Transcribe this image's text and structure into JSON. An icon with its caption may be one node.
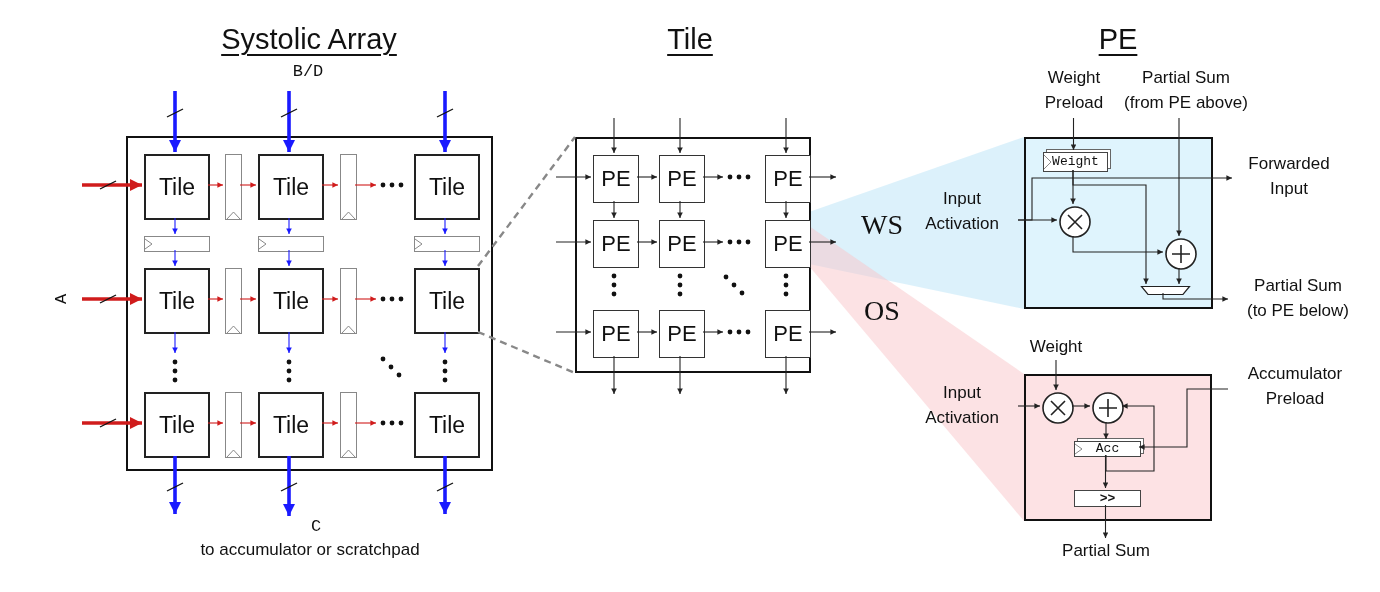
{
  "diagram": {
    "nodes": [
      {
        "text": [],
        "shape": "box"
      },
      {
        "text": [
          "Tile"
        ],
        "in": 0
      },
      {
        "text": [],
        "shape": "box",
        "in": 0
      },
      {
        "text": [
          "Tile"
        ],
        "in": 0
      },
      {
        "text": [],
        "shape": "box",
        "in": 0
      },
      {
        "text": [
          "Tile"
        ],
        "in": 0
      },
      {
        "text": [],
        "shape": "box",
        "in": 0
      },
      {
        "text": [],
        "shape": "box",
        "in": 0
      },
      {
        "text": [],
        "shape": "box",
        "in": 0
      },
      {
        "text": [
          "Tile"
        ],
        "in": 0
      },
      {
        "text": [],
        "shape": "box",
        "in": 0
      },
      {
        "text": [
          "Tile"
        ],
        "in": 0
      },
      {
        "text": [],
        "shape": "box",
        "in": 0
      },
      {
        "text": [
          "Tile"
        ],
        "in": 0
      },
      {
        "text": [
          "Tile"
        ],
        "in": 0
      },
      {
        "text": [],
        "shape": "box",
        "in": 0
      },
      {
        "text": [
          "Tile"
        ],
        "in": 0
      },
      {
        "text": [],
        "shape": "box",
        "in": 0
      },
      {
        "text": [
          "Tile"
        ],
        "in": 0
      },
      {
        "text": [],
        "shape": "box"
      },
      {
        "text": [
          "PE"
        ],
        "in": 19
      },
      {
        "text": [
          "PE"
        ],
        "in": 19
      },
      {
        "text": [
          "PE"
        ],
        "in": 19
      },
      {
        "text": [
          "PE"
        ],
        "in": 19
      },
      {
        "text": [
          "PE"
        ],
        "in": 19
      },
      {
        "text": [
          "PE"
        ],
        "in": 19
      },
      {
        "text": [
          "PE"
        ],
        "in": 19
      },
      {
        "text": [
          "PE"
        ],
        "in": 19
      },
      {
        "text": [
          "PE"
        ],
        "in": 19
      },
      {
        "text": [
          "Weight Preload"
        ]
      },
      {
        "text": [
          "Partial Sum (from PE above)"
        ]
      },
      {
        "text": [
          "Input Activation"
        ]
      },
      {
        "text": [],
        "shape": "box"
      },
      {
        "text": [
          "Weight"
        ],
        "in": 32
      },
      {
        "text": [],
        "shape": "circle",
        "in": 32
      },
      {
        "text": [],
        "shape": "circle",
        "in": 32
      },
      {
        "text": [],
        "shape": "trapezoid",
        "in": 32
      },
      {
        "text": [
          "Forwarded Input"
        ]
      },
      {
        "text": [
          "Partial Sum (to PE below)"
        ]
      },
      {
        "text": [
          "Weight"
        ]
      },
      {
        "text": [
          "Input Activation"
        ]
      },
      {
        "text": [],
        "shape": "box"
      },
      {
        "text": [],
        "shape": "circle",
        "in": 41
      },
      {
        "text": [],
        "shape": "circle",
        "in": 41
      },
      {
        "text": [
          "Acc"
        ],
        "in": 41
      },
      {
        "text": [
          ">>"
        ],
        "in": 41
      },
      {
        "text": [
          "Accumulator Preload"
        ]
      },
      {
        "text": [
          "Partial Sum"
        ]
      },
      {
        "text": [
          "C"
        ]
      }
    ],
    "edges": [
      {
        "from": null,
        "to": 1,
        "arrow": "to",
        "style": "thick",
        "color": "#d01c1c"
      },
      {
        "from": null,
        "to": 9,
        "arrow": "to",
        "style": "thick",
        "color": "#d01c1c"
      },
      {
        "from": null,
        "to": 14,
        "arrow": "to",
        "style": "thick",
        "color": "#d01c1c"
      },
      {
        "from": null,
        "to": 1,
        "arrow": "to",
        "style": "thick",
        "color": "#1a1aff"
      },
      {
        "from": null,
        "to": 3,
        "arrow": "to",
        "style": "thick",
        "color": "#1a1aff"
      },
      {
        "from": null,
        "to": 5,
        "arrow": "to",
        "style": "thick",
        "color": "#1a1aff"
      },
      {
        "from": 1,
        "to": 2,
        "arrow": "to",
        "color": "#d01c1c"
      },
      {
        "from": 2,
        "to": 3,
        "arrow": "to",
        "color": "#d01c1c"
      },
      {
        "from": 3,
        "to": 4,
        "arrow": "to",
        "color": "#d01c1c"
      },
      {
        "from": 4,
        "to": null,
        "arrow": "to",
        "color": "#d01c1c"
      },
      {
        "from": 9,
        "to": 10,
        "arrow": "to",
        "color": "#d01c1c"
      },
      {
        "from": 10,
        "to": 11,
        "arrow": "to",
        "color": "#d01c1c"
      },
      {
        "from": 11,
        "to": 12,
        "arrow": "to",
        "color": "#d01c1c"
      },
      {
        "from": 12,
        "to": null,
        "arrow": "to",
        "color": "#d01c1c"
      },
      {
        "from": 14,
        "to": 15,
        "arrow": "to",
        "color": "#d01c1c"
      },
      {
        "from": 15,
        "to": 16,
        "arrow": "to",
        "color": "#d01c1c"
      },
      {
        "from": 16,
        "to": 17,
        "arrow": "to",
        "color": "#d01c1c"
      },
      {
        "from": 17,
        "to": null,
        "arrow": "to",
        "color": "#d01c1c"
      },
      {
        "from": 1,
        "to": 6,
        "arrow": "to",
        "color": "#1a1aff"
      },
      {
        "from": 6,
        "to": 9,
        "arrow": "to",
        "color": "#1a1aff"
      },
      {
        "from": 9,
        "to": null,
        "arrow": "to",
        "color": "#1a1aff"
      },
      {
        "from": 3,
        "to": 7,
        "arrow": "to",
        "color": "#1a1aff"
      },
      {
        "from": 7,
        "to": 11,
        "arrow": "to",
        "color": "#1a1aff"
      },
      {
        "from": 11,
        "to": null,
        "arrow": "to",
        "color": "#1a1aff"
      },
      {
        "from": 5,
        "to": 8,
        "arrow": "to",
        "color": "#1a1aff"
      },
      {
        "from": 8,
        "to": 13,
        "arrow": "to",
        "color": "#1a1aff"
      },
      {
        "from": 13,
        "to": null,
        "arrow": "to",
        "color": "#1a1aff"
      },
      {
        "from": 14,
        "to": null,
        "arrow": "to",
        "style": "thick",
        "color": "#1a1aff"
      },
      {
        "from": 16,
        "to": 48,
        "arrow": "to",
        "style": "thick",
        "color": "#1a1aff"
      },
      {
        "from": 18,
        "to": null,
        "arrow": "to",
        "style": "thick",
        "color": "#1a1aff"
      },
      {
        "from": 13,
        "to": 19,
        "arrow": "none",
        "style": "dashed",
        "color": "#888888"
      },
      {
        "from": 13,
        "to": 19,
        "arrow": "none",
        "style": "dashed",
        "color": "#888888"
      },
      {
        "from": null,
        "to": 20,
        "arrow": "to"
      },
      {
        "from": null,
        "to": 23,
        "arrow": "to"
      },
      {
        "from": null,
        "to": 26,
        "arrow": "to"
      },
      {
        "from": null,
        "to": 20,
        "arrow": "to"
      },
      {
        "from": null,
        "to": 21,
        "arrow": "to"
      },
      {
        "from": null,
        "to": 22,
        "arrow": "to"
      },
      {
        "from": 20,
        "to": 21,
        "arrow": "to"
      },
      {
        "from": 21,
        "to": null,
        "arrow": "to"
      },
      {
        "from": 22,
        "to": null,
        "arrow": "to"
      },
      {
        "from": 23,
        "to": 24,
        "arrow": "to"
      },
      {
        "from": 24,
        "to": null,
        "arrow": "to"
      },
      {
        "from": 25,
        "to": null,
        "arrow": "to"
      },
      {
        "from": 26,
        "to": 27,
        "arrow": "to"
      },
      {
        "from": 27,
        "to": null,
        "arrow": "to"
      },
      {
        "from": 28,
        "to": null,
        "arrow": "to"
      },
      {
        "from": 20,
        "to": 23,
        "arrow": "to"
      },
      {
        "from": 21,
        "to": 24,
        "arrow": "to"
      },
      {
        "from": 22,
        "to": 25,
        "arrow": "to"
      },
      {
        "from": 26,
        "to": null,
        "arrow": "to"
      },
      {
        "from": 27,
        "to": null,
        "arrow": "to"
      },
      {
        "from": 28,
        "to": null,
        "arrow": "to"
      },
      {
        "from": 29,
        "to": 33,
        "arrow": "to"
      },
      {
        "from": 30,
        "to": 35,
        "arrow": "to"
      },
      {
        "from": 31,
        "to": 34,
        "arrow": "to"
      },
      {
        "from": 33,
        "to": 34,
        "arrow": "to"
      },
      {
        "from": 31,
        "to": 37,
        "arrow": "to"
      },
      {
        "from": 34,
        "to": 35,
        "arrow": "to"
      },
      {
        "from": 33,
        "to": 36,
        "arrow": "to"
      },
      {
        "from": 35,
        "to": 36,
        "arrow": "to"
      },
      {
        "from": 36,
        "to": 38,
        "arrow": "to"
      },
      {
        "from": 39,
        "to": 42,
        "arrow": "to"
      },
      {
        "from": 40,
        "to": 42,
        "arrow": "to"
      },
      {
        "from": 42,
        "to": 43,
        "arrow": "to"
      },
      {
        "from": 43,
        "to": 44,
        "arrow": "to"
      },
      {
        "from": 46,
        "to": 44,
        "arrow": "to"
      },
      {
        "from": 44,
        "to": 43,
        "arrow": "to"
      },
      {
        "from": 44,
        "to": 45,
        "arrow": "to"
      },
      {
        "from": 45,
        "to": 47,
        "arrow": "to"
      }
    ],
    "labels": [
      "Systolic Array",
      "Tile",
      "PE",
      "B/D",
      "WS",
      "A",
      "OS",
      "to accumulator or scratchpad"
    ]
  }
}
